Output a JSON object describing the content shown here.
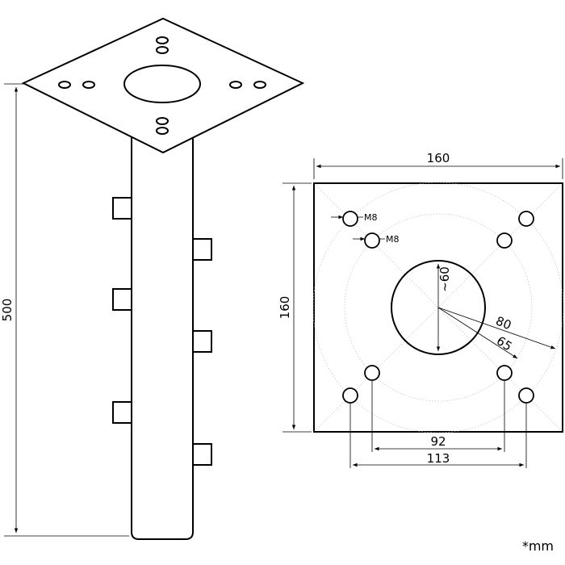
{
  "dimensions": {
    "height": "500",
    "plate_width": "160",
    "plate_height": "160",
    "center_hole": "~60",
    "outer_radius": "80",
    "inner_radius": "65",
    "inner_spacing": "92",
    "outer_spacing": "113",
    "bolt_outer": "M8",
    "bolt_inner": "M8"
  },
  "unit_note": "*mm"
}
